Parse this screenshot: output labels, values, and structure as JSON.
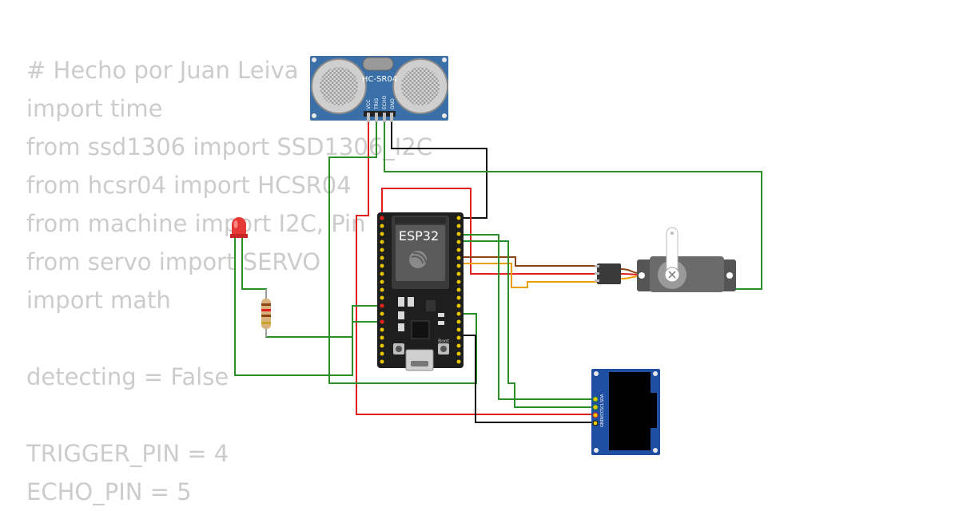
{
  "code_lines": [
    "# Hecho por Juan Leiva",
    "import time",
    "from ssd1306 import SSD1306_I2C",
    "from hcsr04 import HCSR04",
    "from machine import I2C, Pin",
    "from servo import SERVO",
    "import math",
    "",
    "detecting = False",
    "",
    "TRIGGER_PIN = 4",
    "ECHO_PIN = 5"
  ],
  "sensor": {
    "model": "HC-SR04",
    "pins": [
      "VCC",
      "TRIG",
      "ECHO",
      "GND"
    ]
  },
  "board": {
    "name": "ESP32",
    "boot_label": "Boot"
  },
  "oled": {
    "pins": [
      "GND",
      "VCC",
      "SCL",
      "SDA"
    ]
  },
  "colors": {
    "wire_red": "#e01f1f",
    "wire_black": "#111111",
    "wire_green": "#2a8f2a",
    "wire_brown": "#8b4513",
    "wire_orange": "#e8a000",
    "board_pcb": "#1e1e1e",
    "sensor_pcb": "#3a6fa8",
    "oled_pcb": "#1f4fa3",
    "led_red": "#e53935"
  }
}
